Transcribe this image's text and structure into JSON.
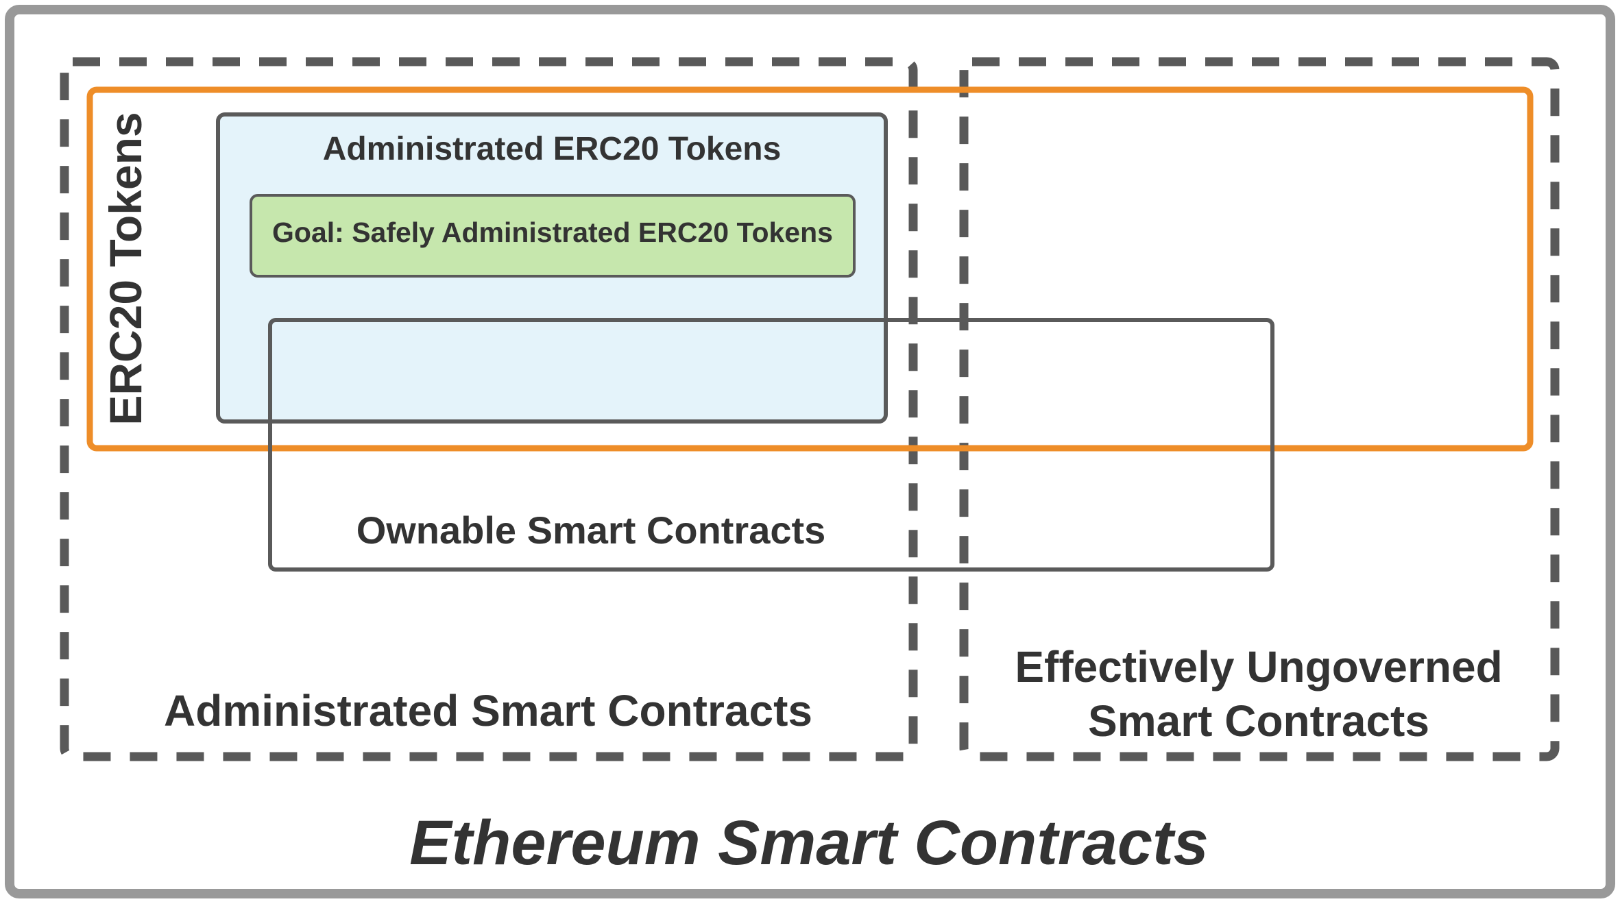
{
  "outer": {
    "title": "Ethereum Smart Contracts"
  },
  "regions": {
    "administrated": {
      "label": "Administrated Smart Contracts"
    },
    "ungoverned": {
      "label_line1": "Effectively Ungoverned",
      "label_line2": "Smart Contracts"
    },
    "erc20": {
      "label": "ERC20 Tokens"
    },
    "administrated_erc20": {
      "label": "Administrated ERC20 Tokens"
    },
    "goal": {
      "label": "Goal: Safely Administrated ERC20 Tokens"
    },
    "ownable": {
      "label": "Ownable Smart Contracts"
    }
  },
  "colors": {
    "outer_border": "#999999",
    "dashed_border": "#595959",
    "erc20_border": "#ee8d28",
    "administrated_erc20_fill": "#e4f3fa",
    "goal_fill": "#c6e7ad",
    "box_border": "#5a5a5a",
    "text": "#333333"
  }
}
